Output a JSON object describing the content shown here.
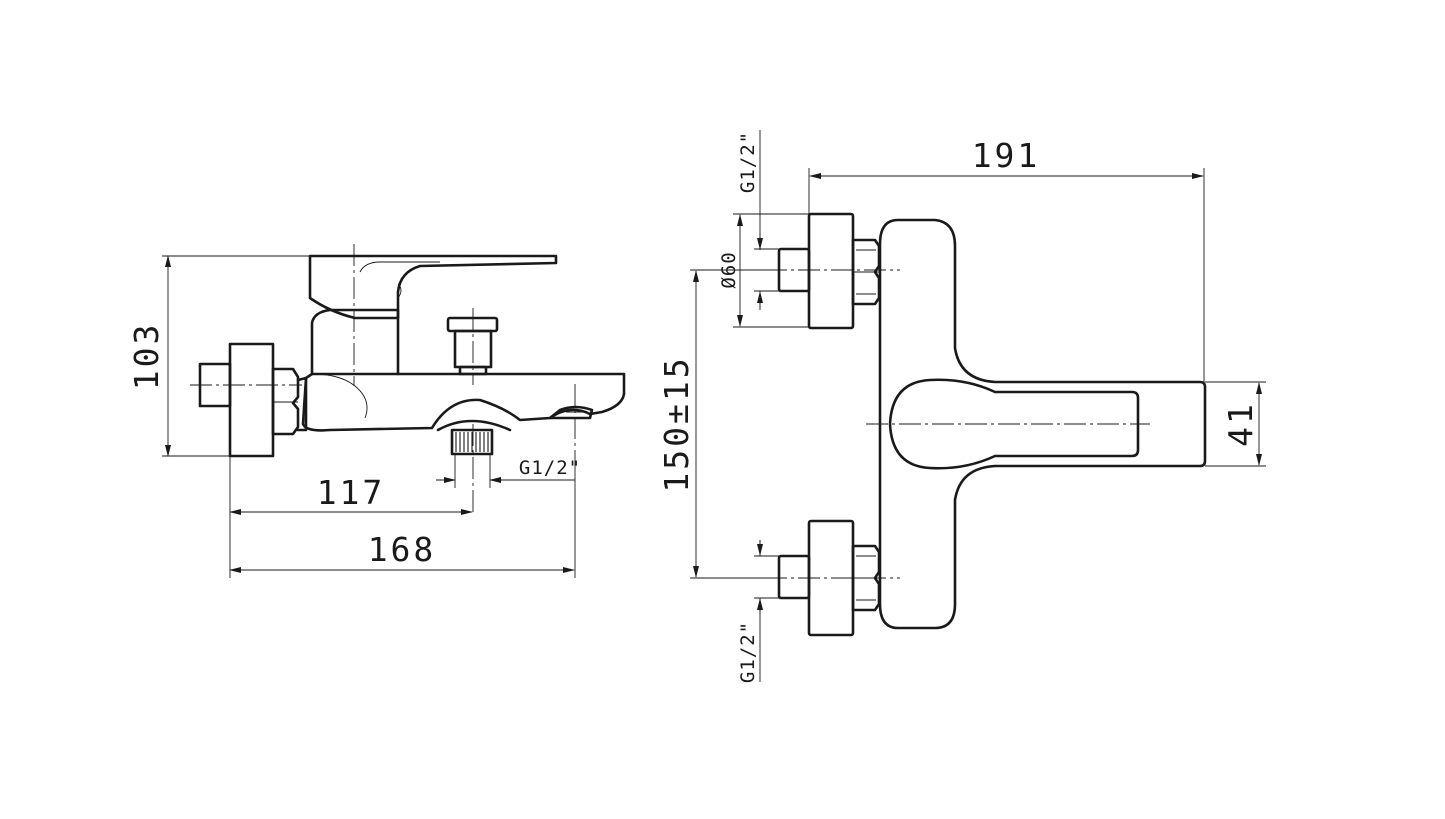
{
  "side_view": {
    "height": "103",
    "length_to_outlet": "117",
    "total_length": "168",
    "outlet_thread": "G1/2\""
  },
  "front_view": {
    "width": "191",
    "flange_diameter": "Ø60",
    "inlet_centres": "150±15",
    "body_depth": "41",
    "inlet_thread_top": "G1/2\"",
    "inlet_thread_bottom": "G1/2\""
  },
  "colors": {
    "line": "#1a1a1a",
    "background": "#ffffff"
  }
}
